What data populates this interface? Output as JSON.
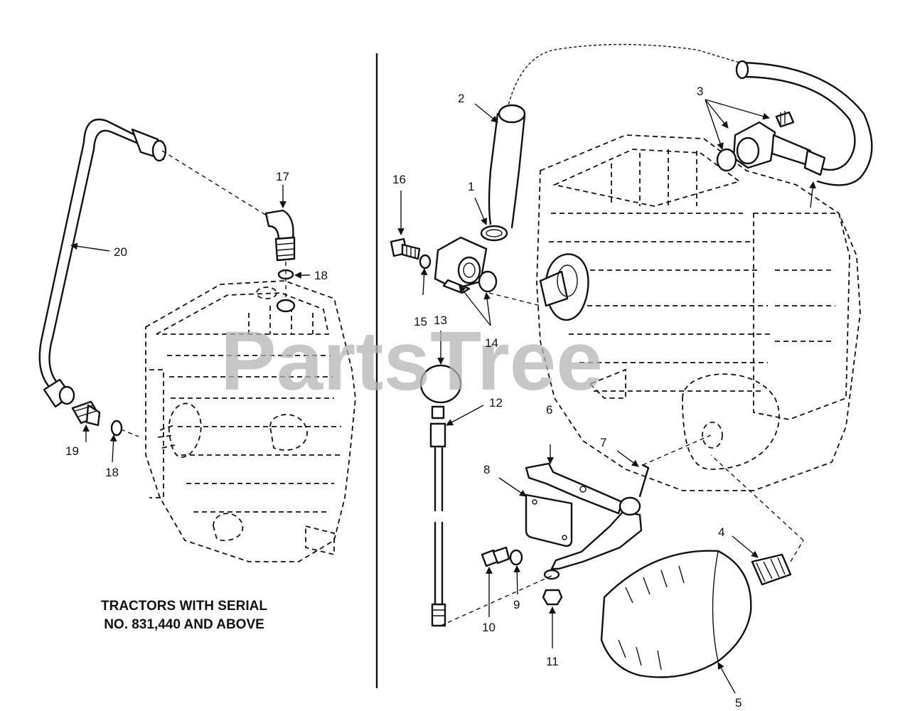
{
  "watermark": "PartsTree",
  "caption": {
    "line1": "TRACTORS WITH SERIAL",
    "line2": "NO. 831,440 AND ABOVE"
  },
  "callouts": {
    "c1": "1",
    "c2": "2",
    "c3": "3",
    "c4": "4",
    "c5": "5",
    "c6": "6",
    "c7": "7",
    "c8": "8",
    "c9": "9",
    "c10": "10",
    "c11": "11",
    "c12": "12",
    "c13": "13",
    "c14": "14",
    "c15": "15",
    "c16": "16",
    "c17": "17",
    "c18a": "18",
    "c18b": "18",
    "c19": "19",
    "c20": "20"
  }
}
